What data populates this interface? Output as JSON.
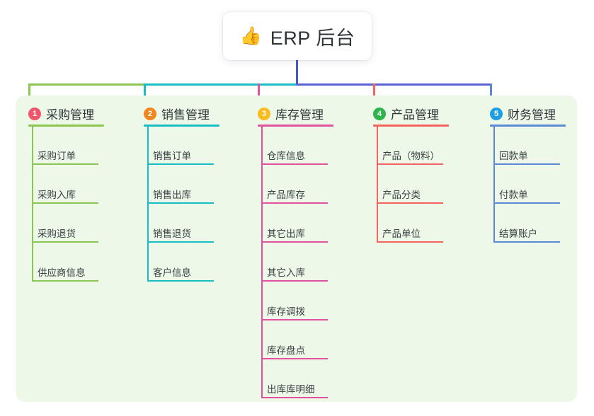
{
  "root": {
    "icon": "thumbs-up-icon",
    "emoji": "👍",
    "title": "ERP 后台"
  },
  "theme": {
    "panel_bg": "#eef8e9",
    "page_bg": "#ffffff",
    "root_card_bg": "#ffffff",
    "root_connector": "#4a57c4",
    "bus_right": "#5a63d4",
    "text": "#2f3437"
  },
  "columns": [
    {
      "number": "1",
      "title": "采购管理",
      "badge_color": "#f0566b",
      "line_color": "#8cc652",
      "items": [
        "采购订单",
        "采购入库",
        "采购退货",
        "供应商信息"
      ]
    },
    {
      "number": "2",
      "title": "销售管理",
      "badge_color": "#f2861e",
      "line_color": "#17bfc4",
      "items": [
        "销售订单",
        "销售出库",
        "销售退货",
        "客户信息"
      ]
    },
    {
      "number": "3",
      "title": "库存管理",
      "badge_color": "#fbbc1e",
      "line_color": "#e2529f",
      "items": [
        "仓库信息",
        "产品库存",
        "其它出库",
        "其它入库",
        "库存调拨",
        "库存盘点",
        "出库库明细"
      ]
    },
    {
      "number": "4",
      "title": "产品管理",
      "badge_color": "#2fb34c",
      "line_color": "#f4635e",
      "items": [
        "产品（物料）",
        "产品分类",
        "产品单位"
      ]
    },
    {
      "number": "5",
      "title": "财务管理",
      "badge_color": "#1f9fe0",
      "line_color": "#5a8ad6",
      "items": [
        "回款单",
        "付款单",
        "结算账户"
      ]
    }
  ]
}
